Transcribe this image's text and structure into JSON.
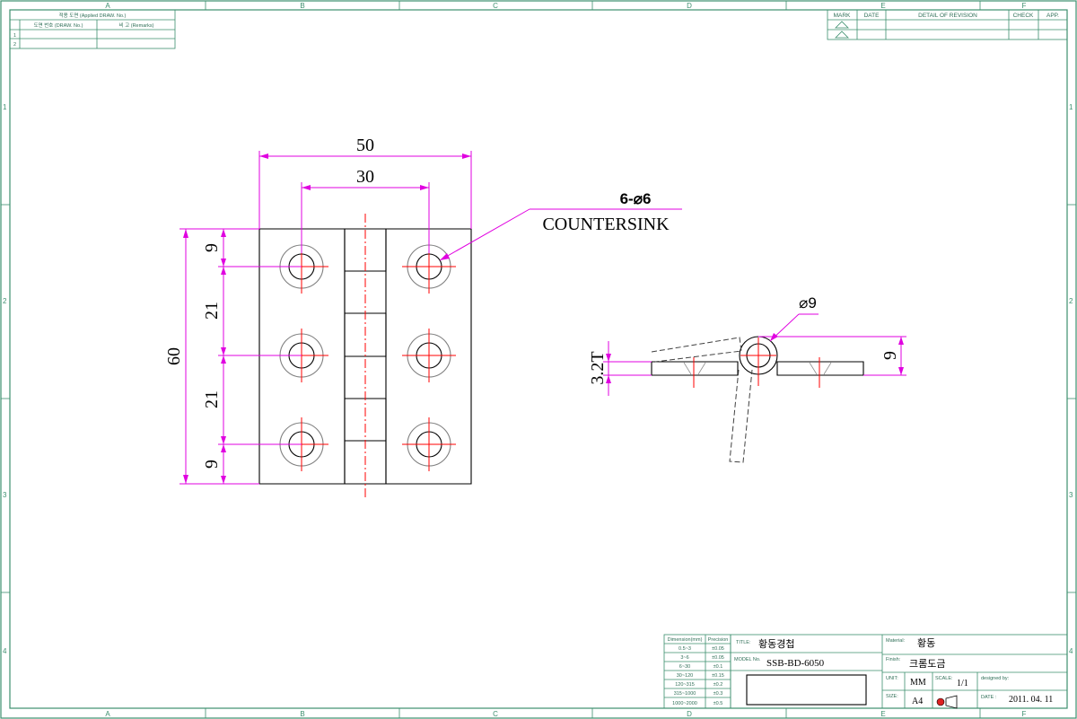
{
  "zones": {
    "columns": [
      "A",
      "B",
      "C",
      "D",
      "E",
      "F"
    ],
    "rows": [
      "1",
      "2",
      "3",
      "4"
    ]
  },
  "applied_block": {
    "title": "적용 도면 (Applied DRAW. No.)",
    "col_drawing": "도면 번호 (DRAW. No.)",
    "col_remarks": "비 고 (Remarks)",
    "rows": [
      "1",
      "2"
    ]
  },
  "revision_block": {
    "headers": [
      "MARK",
      "DATE",
      "DETAIL OF REVISION",
      "CHECK",
      "APP."
    ]
  },
  "dimensions": {
    "width_overall": "50",
    "hole_spacing_x": "30",
    "height_overall": "60",
    "edge_top": "9",
    "pitch_1": "21",
    "pitch_2": "21",
    "edge_bottom": "9",
    "thickness": "3.2T",
    "side_height": "9"
  },
  "callouts": {
    "hole_spec": "6-⌀6",
    "hole_note": "COUNTERSINK",
    "pin_dia": "⌀9"
  },
  "tolerance_table": {
    "headers": [
      "Dimension(mm)",
      "Precision"
    ],
    "rows": [
      [
        "0.5~3",
        "±0.05"
      ],
      [
        "3~6",
        "±0.05"
      ],
      [
        "6~30",
        "±0.1"
      ],
      [
        "30~120",
        "±0.15"
      ],
      [
        "120~315",
        "±0.2"
      ],
      [
        "315~1000",
        "±0.3"
      ],
      [
        "1000~2000",
        "±0.5"
      ]
    ]
  },
  "title_block": {
    "title_label": "TITLE:",
    "title": "황동경첩",
    "model_label": "MODEL No.",
    "model": "SSB-BD-6050",
    "material_label": "Material:",
    "material": "황동",
    "finish_label": "Finish:",
    "finish": "크롬도금",
    "unit_label": "UNIT:",
    "unit": "MM",
    "scale_label": "SCALE:",
    "scale": "1/1",
    "designed_label": "designed by:",
    "size_label": "SIZE:",
    "size": "A4",
    "date_label": "DATE :",
    "date": "2011. 04. 11"
  }
}
